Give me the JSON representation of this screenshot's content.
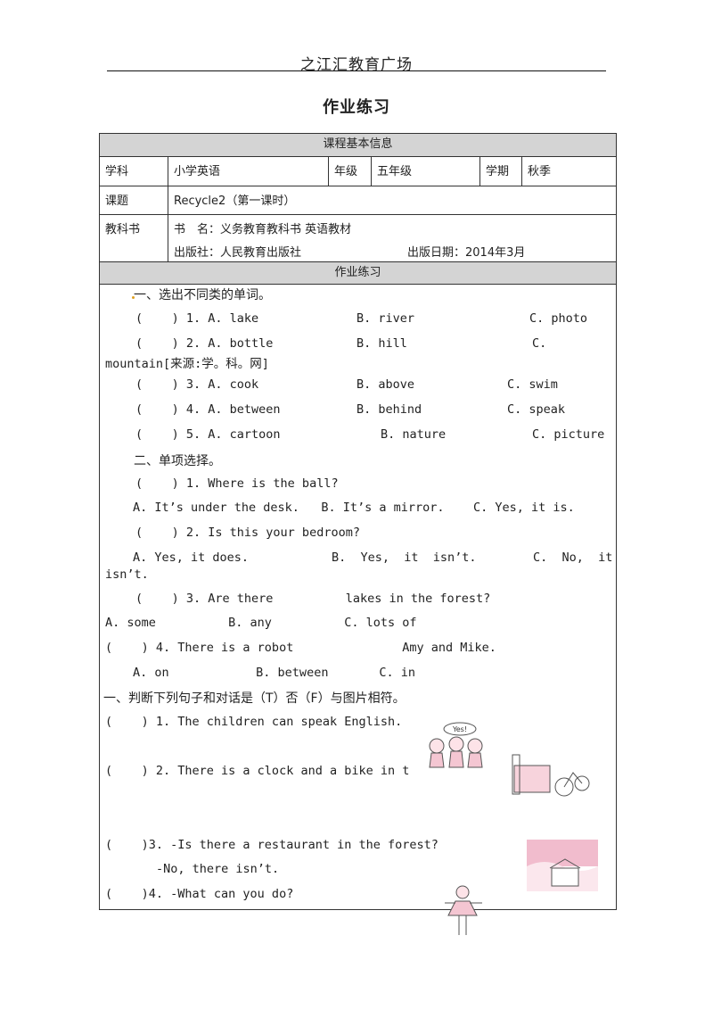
{
  "header": {
    "site": "之江汇教育广场"
  },
  "title": "作业练习",
  "info": {
    "section_title": "课程基本信息",
    "subject_label": "学科",
    "subject_value": "小学英语",
    "grade_label": "年级",
    "grade_value": "五年级",
    "term_label": "学期",
    "term_value": "秋季",
    "topic_label": "课题",
    "topic_value": "Recycle2（第一课时）",
    "book_label": "教科书",
    "book_name": "书　名：义务教育教科书 英语教材",
    "publisher": "出版社：人民教育出版社",
    "pub_date": "出版日期：2014年3月"
  },
  "homework_title": "作业练习",
  "part1": {
    "heading": "一、选出不同类的单词。",
    "q1": {
      "n": "(    ) 1. A. lake",
      "b": "B. river",
      "c": "C. photo"
    },
    "q2": {
      "n": "(    ) 2. A. bottle",
      "b": "B. hill",
      "c": "C.",
      "wrap": "mountain[来源:学。科。网]"
    },
    "q3": {
      "n": "(    ) 3. A. cook",
      "b": "B. above",
      "c": "C. swim"
    },
    "q4": {
      "n": "(    ) 4. A. between",
      "b": "B. behind",
      "c": "C. speak"
    },
    "q5": {
      "n": "(    ) 5. A. cartoon",
      "b": "B. nature",
      "c": "C. picture"
    }
  },
  "part2": {
    "heading": "二、单项选择。",
    "q1": "(    ) 1. Where is the ball?",
    "q1_opts": "A. It’s under the desk.   B. It’s a mirror.    C. Yes, it is.",
    "q2": "(    ) 2. Is this your bedroom?",
    "q2_opts_a": "A. Yes, it does.",
    "q2_opts_b": "B.  Yes,  it  isn’t.",
    "q2_opts_c": "C.  No,  it",
    "q2_wrap": "isn’t.",
    "q3": "(    ) 3. Are there          lakes in the forest?",
    "q3_opts": "A. some          B. any          C. lots of",
    "q4": "(    ) 4. There is a robot               Amy and Mike.",
    "q4_opts": "A. on            B. between       C. in"
  },
  "part3": {
    "heading": "一、判断下列句子和对话是（T）否（F）与图片相符。",
    "q1": "(    ) 1. The children can speak English.",
    "q2": "(    ) 2. There is a clock and a bike in t",
    "q3": "(    )3. -Is there a restaurant in the forest?",
    "q3_answer": "-No, there isn’t.",
    "q4": "(    )4. -What can you do?",
    "bubble": "Yes!"
  }
}
